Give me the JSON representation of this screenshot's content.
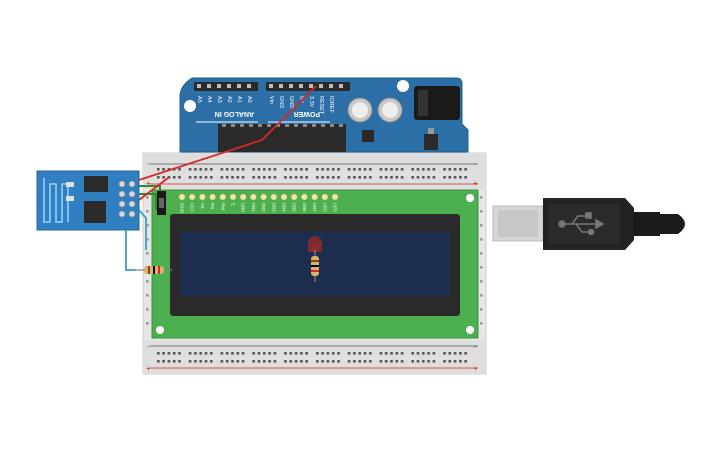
{
  "arduino": {
    "analog_header": "ANALOG IN",
    "power_header": "POWER",
    "analog_pins": [
      "A5",
      "A4",
      "A3",
      "A2",
      "A1",
      "A0"
    ],
    "power_pins": [
      "Vin",
      "GND",
      "GND",
      "5V",
      "3.3V",
      "RESET",
      "IOREF"
    ]
  },
  "lcd": {
    "pins": [
      "GND",
      "VCC",
      "V0",
      "RS",
      "RW",
      "E",
      "DB0",
      "DB1",
      "DB2",
      "DB3",
      "DB4",
      "DB5",
      "DB6",
      "DB7",
      "LED",
      "LED"
    ]
  },
  "breadboard": {
    "top_rail_symbols": [
      "-",
      "+"
    ],
    "bottom_rail_symbols": [
      "-",
      "+"
    ]
  },
  "colors": {
    "arduino_board": "#2c6fa6",
    "header_black": "#2a2a2a",
    "breadboard": "#e6e6e6",
    "lcd_pcb": "#4caf50",
    "lcd_screen": "#1d2d4f",
    "esp_board": "#2f7fc1",
    "wire_red": "#d62828",
    "wire_green": "#2e8b2e",
    "wire_cyan": "#3aa1c8",
    "usb_body": "#222222"
  },
  "icons": [
    "usb-icon",
    "wifi-antenna-icon"
  ]
}
